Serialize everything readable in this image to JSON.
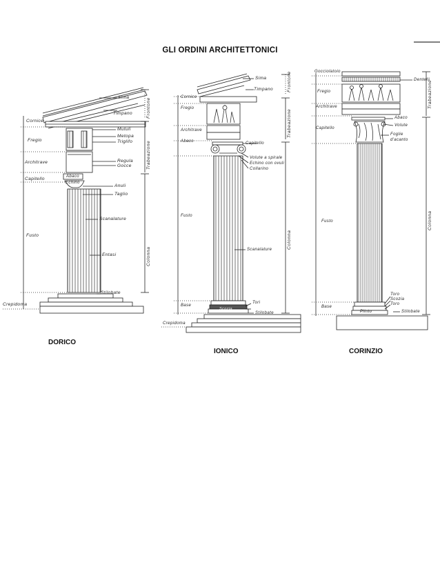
{
  "title": "GLI ORDINI ARCHITETTONICI",
  "orders": {
    "dorico": {
      "name": "DORICO",
      "labels": {
        "sima": "Sima",
        "timpano": "Timpano",
        "cornice": "Cornice",
        "mutuli": "Mutuli",
        "metopa": "Metopa",
        "triglifo": "Triglifo",
        "fregio": "Fregio",
        "regula": "Regula",
        "gocce": "Gocce",
        "architrave": "Architrave",
        "abaco": "Abaco",
        "echino": "Echino",
        "capitello": "Capitello",
        "anuli": "Anuli",
        "taglio": "Taglio",
        "scanalature": "Scanalature",
        "fusto": "Fusto",
        "entasi": "Entasi",
        "stilobate": "Stilobate",
        "crepidoma": "Crepidoma"
      },
      "side": {
        "frontone": "Frontone",
        "trabeazione": "Trabeazione",
        "colonna": "Colonna"
      }
    },
    "ionico": {
      "name": "IONICO",
      "labels": {
        "sima": "Sima",
        "timpano": "Timpano",
        "cornice": "Cornice",
        "fregio": "Fregio",
        "architrave": "Architrave",
        "abaco": "Abaco",
        "capitello": "Capitello",
        "volute": "Volute a spirale",
        "echino": "Echino con ovuli",
        "collarino": "Collarino",
        "fusto": "Fusto",
        "scanalature": "Scanalature",
        "base": "Base",
        "tori": "Tori",
        "scozia": "Scozia",
        "stilobate": "Stilobate",
        "crepidoma": "Crepidoma"
      },
      "side": {
        "frontone": "Frontone",
        "trabeazione": "Trabeazione",
        "colonna": "Colonna"
      }
    },
    "corinzio": {
      "name": "CORINZIO",
      "labels": {
        "gocciolatoio": "Gocciolatoio",
        "dentelli": "Dentelli",
        "fregio": "Fregio",
        "architrave": "Architrave",
        "abaco": "Abaco",
        "volute": "Volute",
        "capitello": "Capitello",
        "foglie": "Foglie",
        "acanto": "d'acanto",
        "fusto": "Fusto",
        "toro1": "Toro",
        "scozia": "Scozia",
        "toro2": "Toro",
        "base": "Base",
        "plinto": "Plinto",
        "stilobate": "Stilobate"
      },
      "side": {
        "trabeazione": "Trabeazione",
        "colonna": "Colonna"
      }
    }
  }
}
